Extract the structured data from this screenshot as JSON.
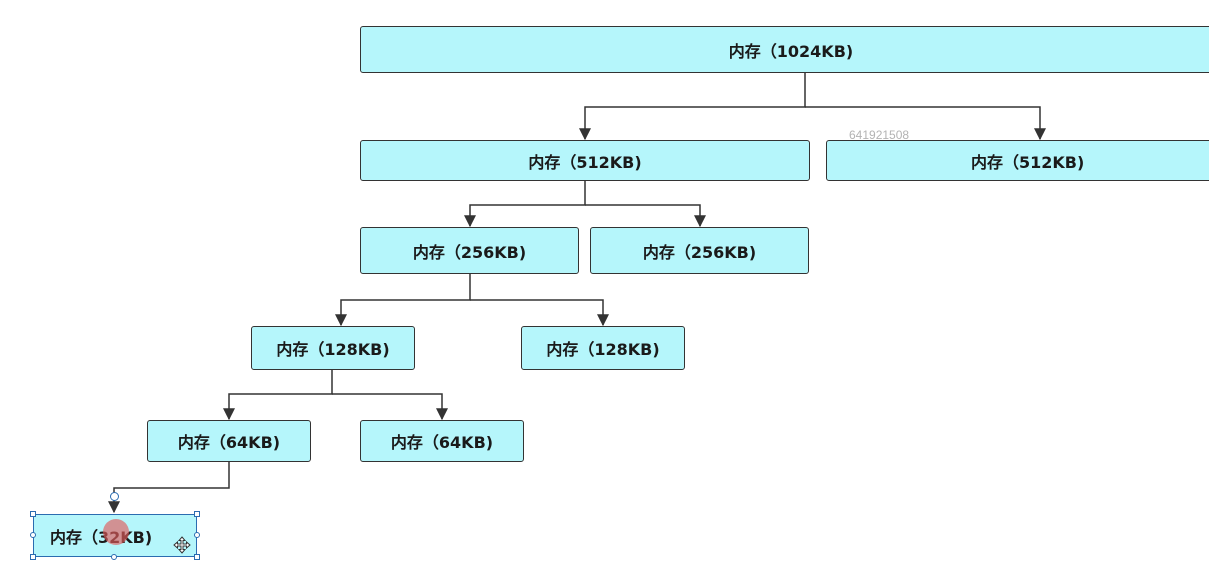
{
  "diagram": {
    "nodes": {
      "n1024": "内存（1024KB)",
      "n512_left": "内存（512KB)",
      "n512_right": "内存（512KB)",
      "n256_left": "内存（256KB)",
      "n256_right": "内存（256KB)",
      "n128_left": "内存（128KB)",
      "n128_right": "内存（128KB)",
      "n64_left": "内存（64KB)",
      "n64_right": "内存（64KB)",
      "n32": "内存（32KB)"
    },
    "watermark": "641921508"
  },
  "colors": {
    "node_fill": "#b5f6fb",
    "node_border": "#333333",
    "selection": "#2b6cb0"
  }
}
